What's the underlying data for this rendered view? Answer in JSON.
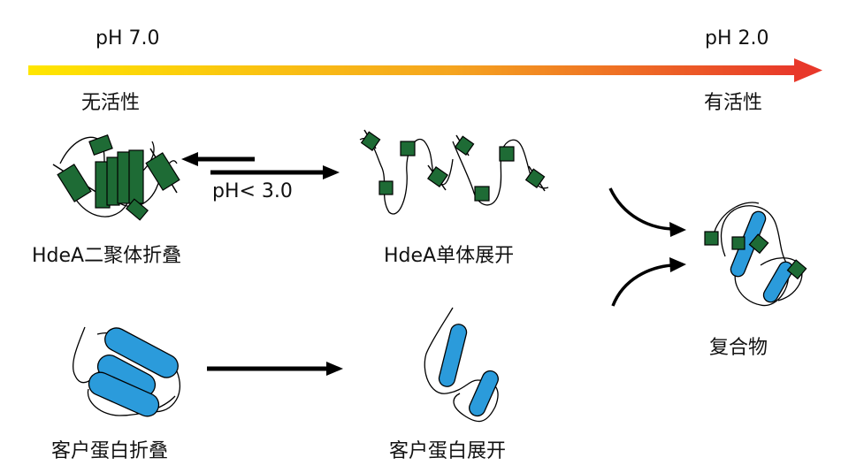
{
  "ph_scale": {
    "left_label": "pH 7.0",
    "right_label": "pH 2.0",
    "left_state": "无活性",
    "right_state": "有活性",
    "gradient_start": "#FFE600",
    "gradient_end": "#E8382A"
  },
  "hdea": {
    "dimer_label": "HdeA二聚体折叠",
    "monomer_label": "HdeA单体展开",
    "transition_label": "pH< 3.0",
    "color": "#1E6B35"
  },
  "client": {
    "folded_label": "客户蛋白折叠",
    "unfolded_label": "客户蛋白展开",
    "color": "#2B9BDB"
  },
  "complex": {
    "label": "复合物"
  }
}
